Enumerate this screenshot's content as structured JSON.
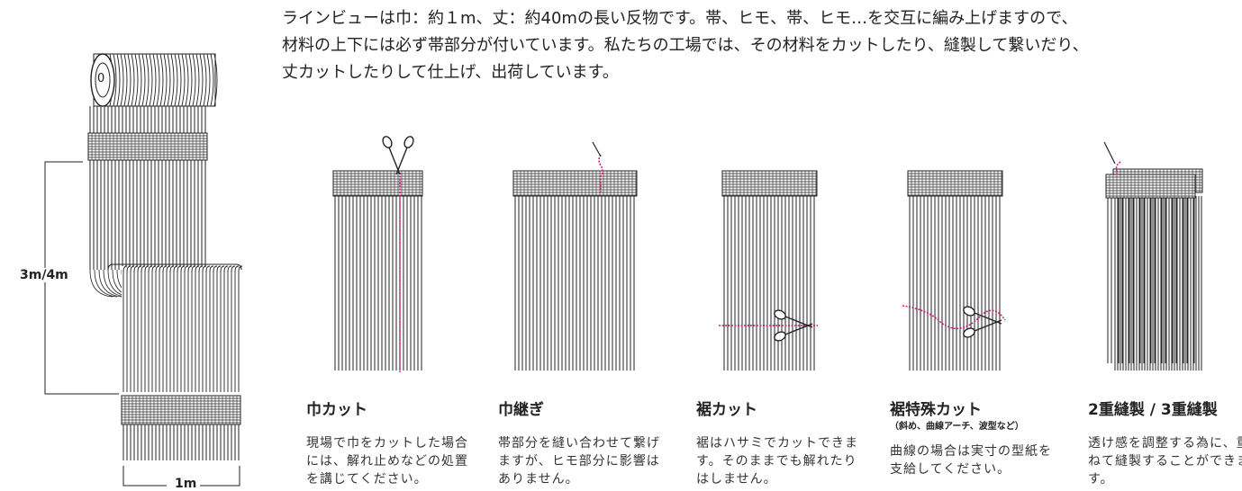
{
  "intro": {
    "line1": "ラインビューは巾：約１m、丈：約40mの長い反物です。帯、ヒモ、帯、ヒモ…を交互に編み上げますので、",
    "line2": "材料の上下には必ず帯部分が付いています。私たちの工場では、その材料をカットしたり、縫製して繋いだり、",
    "line3": "丈カットしたりして仕上げ、出荷しています。"
  },
  "roll": {
    "core_label": "0",
    "height_label": "3m/4m",
    "width_label": "1m"
  },
  "panels": [
    {
      "title": "巾カット",
      "subtitle": "",
      "body": "現場で巾をカットした場合には、解れ止めなどの処置を講じてください。",
      "icon": "scissors-icon"
    },
    {
      "title": "巾継ぎ",
      "subtitle": "",
      "body": "帯部分を縫い合わせて繋げますが、ヒモ部分に影響はありません。",
      "icon": "needle-icon"
    },
    {
      "title": "裾カット",
      "subtitle": "",
      "body": "裾はハサミでカットできます。そのままでも解れたりはしません。",
      "icon": "scissors-icon"
    },
    {
      "title": "裾特殊カット",
      "subtitle": "（斜め、曲線アーチ、波型など）",
      "body": "曲線の場合は実寸の型紙を支給してください。",
      "icon": "scissors-icon"
    },
    {
      "title": "2重縫製 / 3重縫製",
      "subtitle": "",
      "body": "透け感を調整する為に、重ねて縫製することができます。",
      "icon": "needle-icon"
    }
  ],
  "colors": {
    "stitch": "#e0147a",
    "line": "#222222"
  }
}
